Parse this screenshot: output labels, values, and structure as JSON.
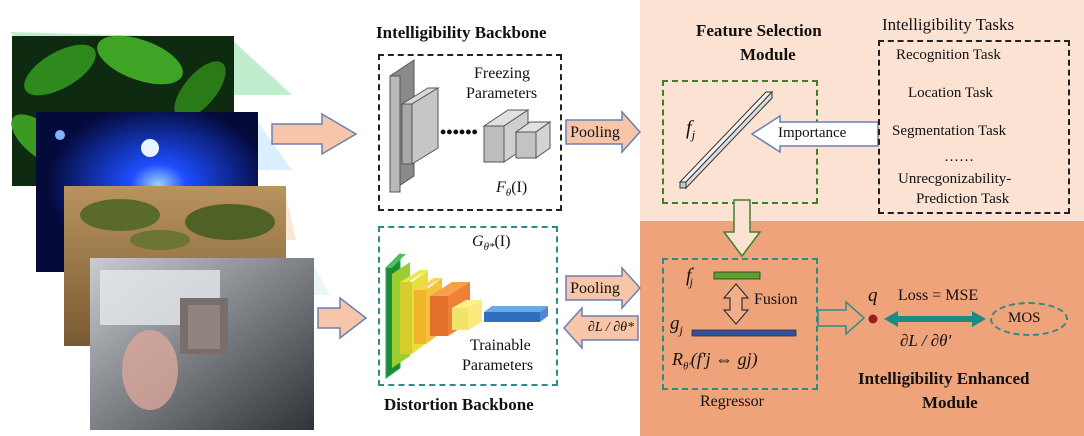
{
  "intelligibility_backbone": {
    "title": "Intelligibility Backbone",
    "note_line1": "Freezing",
    "note_line2": "Parameters",
    "func_main": "F",
    "func_sub": "θ",
    "func_arg": "(I)"
  },
  "distortion_backbone": {
    "title": "Distortion Backbone",
    "func_main": "G",
    "func_sub": "θ*",
    "func_arg": "(I)",
    "note_line1": "Trainable",
    "note_line2": "Parameters"
  },
  "pooling": {
    "top_label": "Pooling",
    "mid_label": "Pooling",
    "grad_label": "∂L / ∂θ*"
  },
  "feature_selection": {
    "title_line1": "Feature Selection",
    "title_line2": "Module",
    "feature_main": "f",
    "feature_sub": "j",
    "importance_label": "Importance"
  },
  "tasks": {
    "title": "Intelligibility Tasks",
    "items": [
      "Recognition Task",
      "Location  Task",
      "Segmentation Task",
      "……",
      "Unrecgonizability-",
      "Prediction Task"
    ]
  },
  "regressor": {
    "f_main": "f",
    "f_sup": "'",
    "f_sub": "j",
    "g_main": "g",
    "g_sub": "j",
    "fusion_label": "Fusion",
    "formula_main": "R",
    "formula_sub": "θ'",
    "formula_arg": "(f'j ⇔ gj)",
    "caption": "Regressor"
  },
  "enhanced_module": {
    "q_label": "q",
    "loss_label": "Loss = MSE",
    "mos_label": "MOS",
    "grad_label": "∂L / ∂θ'",
    "title_line1": "Intelligibility Enhanced",
    "title_line2": "Module"
  },
  "colors": {
    "top_panel": "#fbe2d2",
    "bottom_panel": "#efa37b",
    "arrow_fill": "#f7c6a8",
    "arrow_stroke": "#6a7fb5",
    "mos_arrow": "#1b8c84",
    "green_dash": "#3f7f2b",
    "teal_dash": "#2a8c86"
  }
}
